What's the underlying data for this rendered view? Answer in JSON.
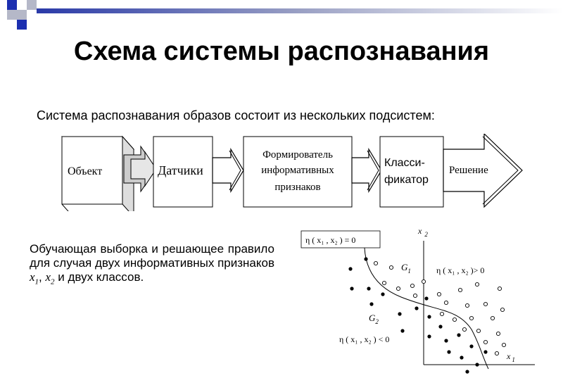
{
  "title": "Схема системы распознавания",
  "intro": "Система распознавания образов состоит из нескольких подсистем:",
  "pipeline": {
    "object": "Объект",
    "sensors": "Датчики",
    "former": [
      "Формирователь",
      "информативных",
      "признаков"
    ],
    "classifier": [
      "Класси-",
      "фикатор"
    ],
    "decision": "Решение"
  },
  "paragraph": {
    "text": "Обучающая выборка и решающее правило для случая двух информативных признаков",
    "x1": "x",
    "x1_sub": "1",
    "sep": ", ",
    "x2": "x",
    "x2_sub": "2",
    "tail": " и двух классов."
  },
  "plot": {
    "boundary_label": "η ( x₁ , x₂ ) = 0",
    "positive_label": "η ( x₁ , x₂ )> 0",
    "negative_label": "η ( x₁ , x₂ ) < 0",
    "class1": "G",
    "class1_sub": "1",
    "class2": "G",
    "class2_sub": "2",
    "axis_y": "x",
    "axis_y_sub": "2",
    "axis_x": "x",
    "axis_x_sub": "1"
  },
  "colors": {
    "deco_blue": "#1c2fb0",
    "deco_gray": "#b5b8c8"
  }
}
